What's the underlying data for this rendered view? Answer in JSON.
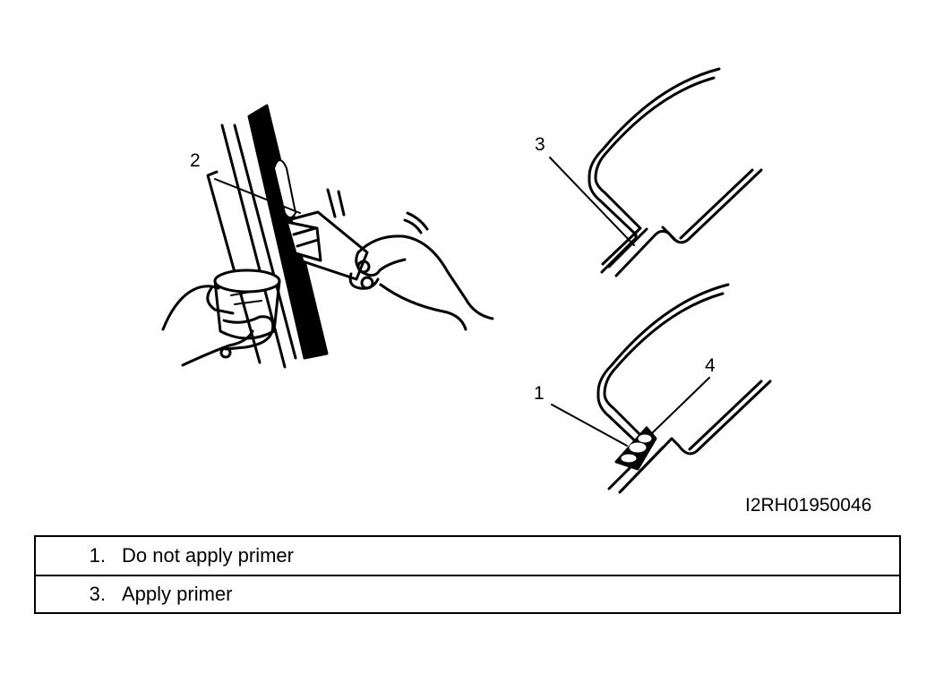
{
  "callouts": {
    "c1": "1",
    "c2": "2",
    "c3": "3",
    "c4": "4"
  },
  "figure_id": "I2RH01950046",
  "legend": {
    "rows": [
      {
        "num": "1.",
        "text": "Do not apply primer"
      },
      {
        "num": "3.",
        "text": "Apply primer"
      }
    ]
  }
}
